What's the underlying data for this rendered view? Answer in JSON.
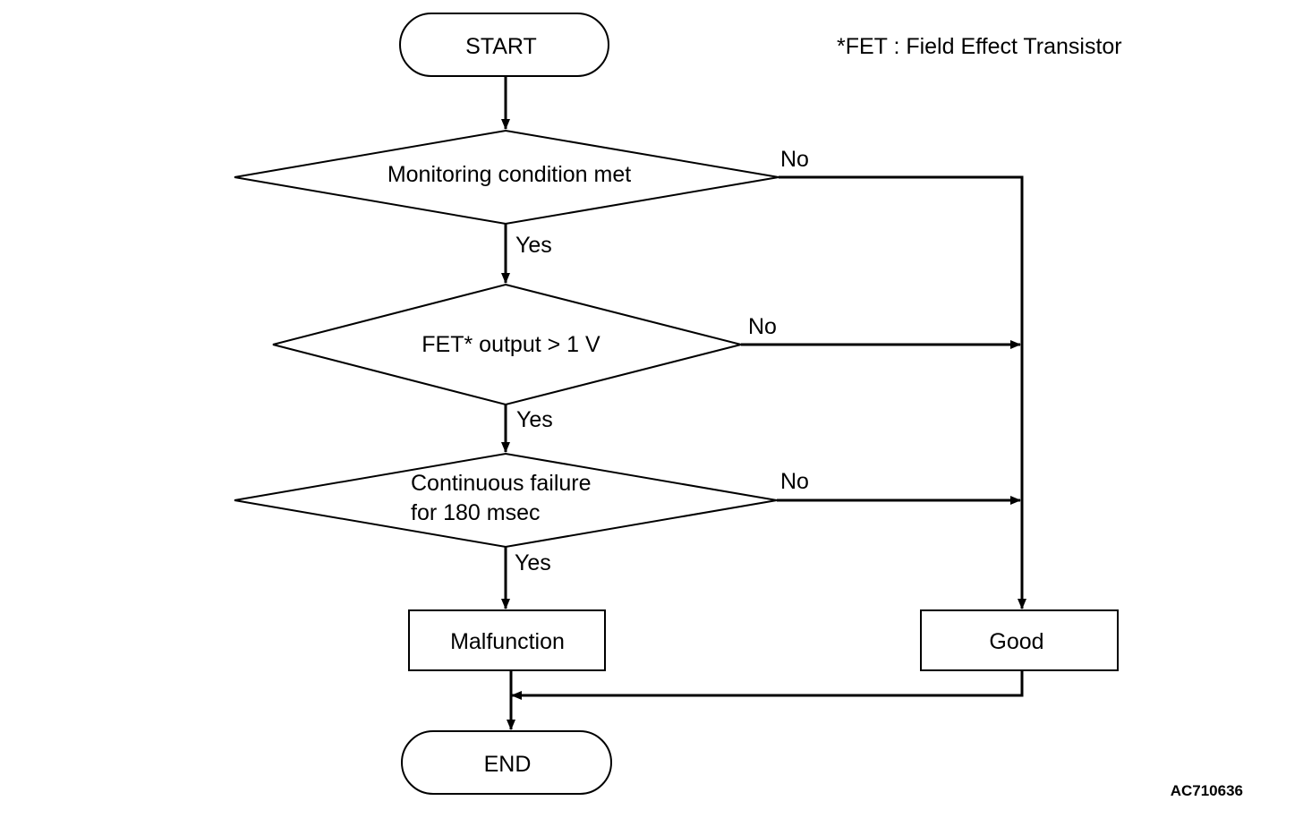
{
  "note": "*FET : Field Effect Transistor",
  "figure_code": "AC710636",
  "nodes": {
    "start": "START",
    "decision_monitoring": "Monitoring condition met",
    "decision_fet": "FET* output > 1 V",
    "decision_failure_line1": "Continuous failure",
    "decision_failure_line2": "for 180 msec",
    "malfunction": "Malfunction",
    "good": "Good",
    "end": "END"
  },
  "edge_labels": {
    "monitoring_yes": "Yes",
    "monitoring_no": "No",
    "fet_yes": "Yes",
    "fet_no": "No",
    "failure_yes": "Yes",
    "failure_no": "No"
  }
}
